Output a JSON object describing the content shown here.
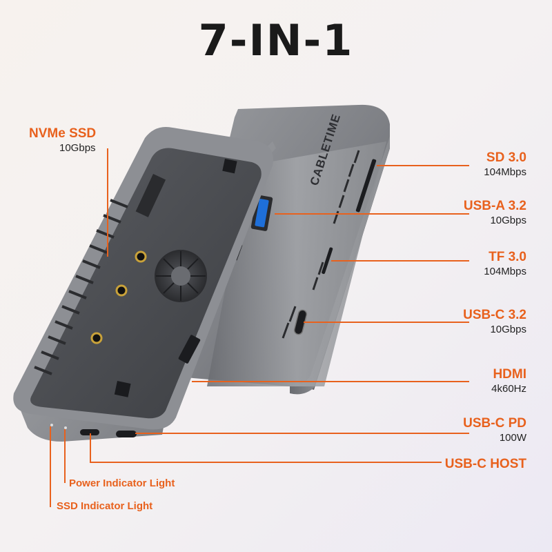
{
  "title": "7-IN-1",
  "brand": "CABLETIME",
  "accent_color": "#e8611d",
  "ports": {
    "nvme": {
      "name": "NVMe SSD",
      "spec": "10Gbps"
    },
    "sd": {
      "name": "SD 3.0",
      "spec": "104Mbps"
    },
    "usba": {
      "name": "USB-A 3.2",
      "spec": "10Gbps"
    },
    "tf": {
      "name": "TF 3.0",
      "spec": "104Mbps"
    },
    "usbc": {
      "name": "USB-C 3.2",
      "spec": "10Gbps"
    },
    "hdmi": {
      "name": "HDMI",
      "spec": "4k60Hz"
    },
    "pd": {
      "name": "USB-C PD",
      "spec": "100W"
    },
    "host": {
      "name": "USB-C HOST"
    }
  },
  "indicators": {
    "power": "Power Indicator Light",
    "ssd": "SSD Indicator Light"
  }
}
